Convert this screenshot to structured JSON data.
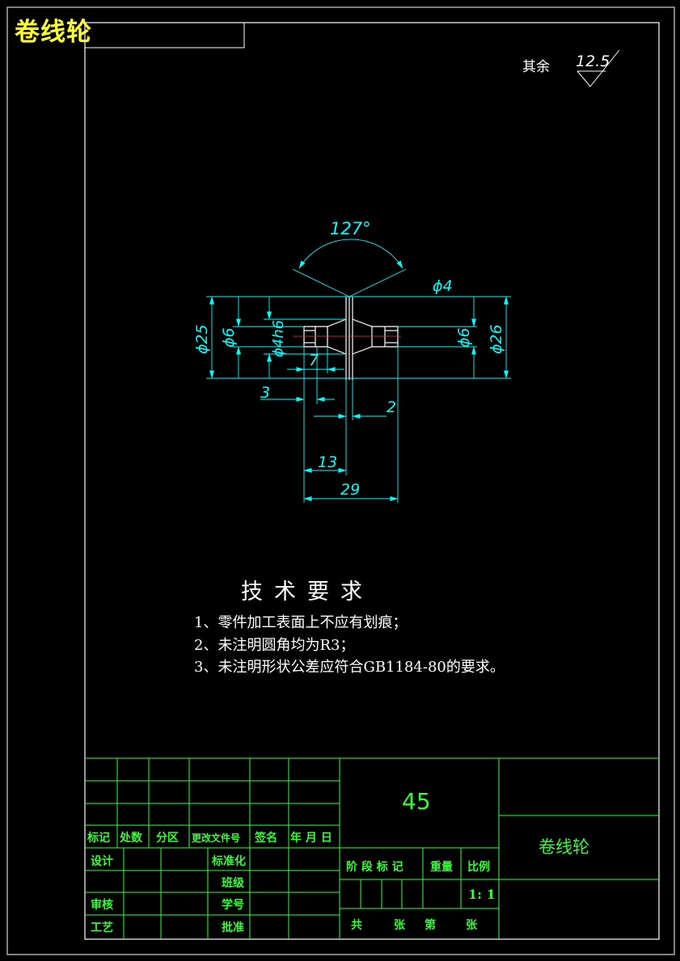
{
  "drawing": {
    "corner_title": "卷线轮",
    "surface_roughness": {
      "label": "其余",
      "value": "12.5"
    },
    "dimensions": {
      "angle": "127°",
      "dia_4": "ϕ4",
      "dia_25": "ϕ25",
      "dia_6_left": "ϕ6",
      "dia_4h6": "ϕ4h6",
      "dia_6_right": "ϕ6",
      "dia_26": "ϕ26",
      "len_7": "7",
      "len_3": "3",
      "len_2": "2",
      "len_13": "13",
      "len_29": "29"
    }
  },
  "technical_requirements": {
    "title": "技术要求",
    "items": [
      "1、零件加工表面上不应有划痕；",
      "2、未注明圆角均为R3；",
      "3、未注明形状公差应符合GB1184-80的要求。"
    ]
  },
  "title_block": {
    "headers": [
      "标记",
      "处数",
      "分区",
      "更改文件号",
      "签名",
      "年 月 日"
    ],
    "design": "设计",
    "standardization": "标准化",
    "class": "班级",
    "review": "审核",
    "student_id": "学号",
    "process": "工艺",
    "approve": "批准",
    "stage_mark": "阶 段 标 记",
    "weight": "重量",
    "scale_label": "比例",
    "scale_value": "1: 1",
    "sheet_total": "共",
    "sheet_unit1": "张",
    "sheet_no": "第",
    "sheet_unit2": "张",
    "material": "45",
    "part_name": "卷线轮"
  },
  "colors": {
    "background": "#000000",
    "frame": "#ffffff",
    "dimension": "#00ffff",
    "title_block": "#33ff33",
    "corner_title": "#ffff33",
    "centerline": "#ff3333"
  }
}
